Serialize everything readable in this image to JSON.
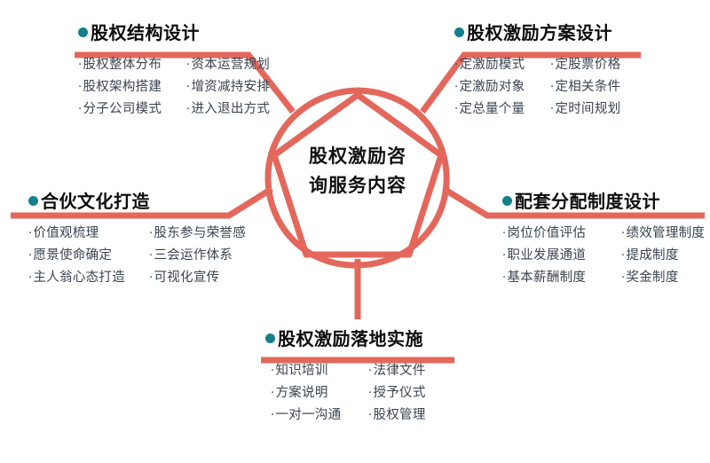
{
  "center": {
    "line1": "股权激励咨",
    "line2": "询服务内容"
  },
  "colors": {
    "line": "#e4675c",
    "bullet": "#13808c",
    "title": "#0d0d0d",
    "item": "#3a4450",
    "background": "#ffffff"
  },
  "sections": [
    {
      "id": "top-left",
      "title": "股权结构设计",
      "bullet_icon": "teal-dot-icon",
      "columns": [
        [
          "股权整体分布",
          "股权架构搭建",
          "分子公司模式"
        ],
        [
          "资本运营规划",
          "增资减持安排",
          "进入退出方式"
        ]
      ]
    },
    {
      "id": "top-right",
      "title": "股权激励方案设计",
      "bullet_icon": "teal-dot-icon",
      "columns": [
        [
          "定激励模式",
          "定激励对象",
          "定总量个量"
        ],
        [
          "定股票价格",
          "定相关条件",
          "定时间规划"
        ]
      ]
    },
    {
      "id": "left",
      "title": "合伙文化打造",
      "bullet_icon": "teal-dot-icon",
      "columns": [
        [
          "价值观梳理",
          "愿景使命确定",
          "主人翁心态打造"
        ],
        [
          "股东参与荣誉感",
          "三会运作体系",
          "可视化宣传"
        ]
      ]
    },
    {
      "id": "right",
      "title": "配套分配制度设计",
      "bullet_icon": "teal-dot-icon",
      "columns": [
        [
          "岗位价值评估",
          "职业发展通道",
          "基本薪酬制度"
        ],
        [
          "绩效管理制度",
          "提成制度",
          "奖金制度"
        ]
      ]
    },
    {
      "id": "bottom",
      "title": "股权激励落地实施",
      "bullet_icon": "teal-dot-icon",
      "columns": [
        [
          "知识培训",
          "方案说明",
          "一对一沟通"
        ],
        [
          "法律文件",
          "授予仪式",
          "股权管理"
        ]
      ]
    }
  ],
  "item_marker": "·"
}
